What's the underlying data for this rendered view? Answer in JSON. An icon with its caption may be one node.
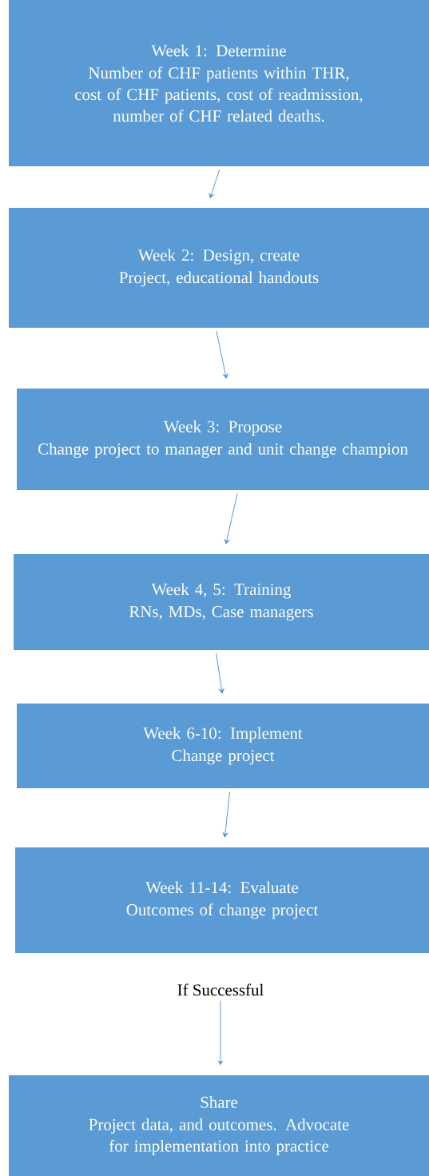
{
  "diagram": {
    "nodes": [
      {
        "text": [
          "Week 1: Determine",
          "Number of CHF patients within THR, cost of CHF patients, cost of readmission, number of CHF related deaths."
        ]
      },
      {
        "text": [
          "Week 2: Design, create",
          "Project, educational handouts"
        ]
      },
      {
        "text": [
          "Week 3: Propose",
          "Change project to manager and unit change champion"
        ]
      },
      {
        "text": [
          "Week 4, 5: Training",
          "RNs, MDs, Case managers"
        ]
      },
      {
        "text": [
          "Week 6-10: Implement",
          "Change project"
        ]
      },
      {
        "text": [
          "Week 11-14: Evaluate",
          "Outcomes of change project"
        ]
      },
      {
        "text": [
          "If Successful"
        ]
      },
      {
        "text": [
          "Share",
          "Project data, and outcomes. Advocate for implementation into practice"
        ]
      }
    ],
    "edges": [
      {
        "from": 0,
        "to": 1,
        "arrow": "to"
      },
      {
        "from": 1,
        "to": 2,
        "arrow": "to"
      },
      {
        "from": 2,
        "to": 3,
        "arrow": "to"
      },
      {
        "from": 3,
        "to": 4,
        "arrow": "to"
      },
      {
        "from": 4,
        "to": 5,
        "arrow": "to"
      },
      {
        "from": 6,
        "to": 7,
        "arrow": "to"
      }
    ]
  }
}
